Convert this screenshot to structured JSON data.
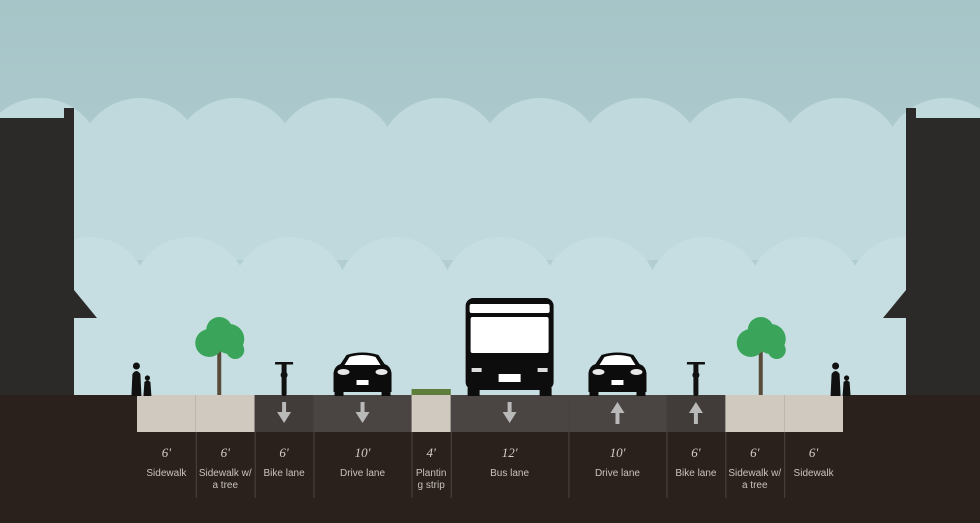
{
  "colors": {
    "sky": "#a9c8cb",
    "cloud": "#bfd9dc",
    "building": "#2c2a28",
    "ground": "#2a211d",
    "sidewalk": "#cfc9bf",
    "lane": "#4a4442",
    "lane_alt": "#413b39",
    "planting": "#5e7d3a",
    "tree": "#3aa55a",
    "arrow": "#b9b9b9"
  },
  "segments": [
    {
      "width": "6'",
      "label": "Sidewalk",
      "type": "sidewalk"
    },
    {
      "width": "6'",
      "label": "Sidewalk w/ a tree",
      "type": "sidewalk-tree"
    },
    {
      "width": "6'",
      "label": "Bike lane",
      "type": "bike",
      "direction": "down"
    },
    {
      "width": "10'",
      "label": "Drive lane",
      "type": "drive",
      "direction": "down"
    },
    {
      "width": "4'",
      "label": "Planting strip",
      "type": "planting"
    },
    {
      "width": "12'",
      "label": "Bus lane",
      "type": "bus",
      "direction": "down"
    },
    {
      "width": "10'",
      "label": "Drive lane",
      "type": "drive",
      "direction": "up"
    },
    {
      "width": "6'",
      "label": "Bike lane",
      "type": "bike",
      "direction": "up"
    },
    {
      "width": "6'",
      "label": "Sidewalk w/ a tree",
      "type": "sidewalk-tree"
    },
    {
      "width": "6'",
      "label": "Sidewalk",
      "type": "sidewalk"
    }
  ]
}
